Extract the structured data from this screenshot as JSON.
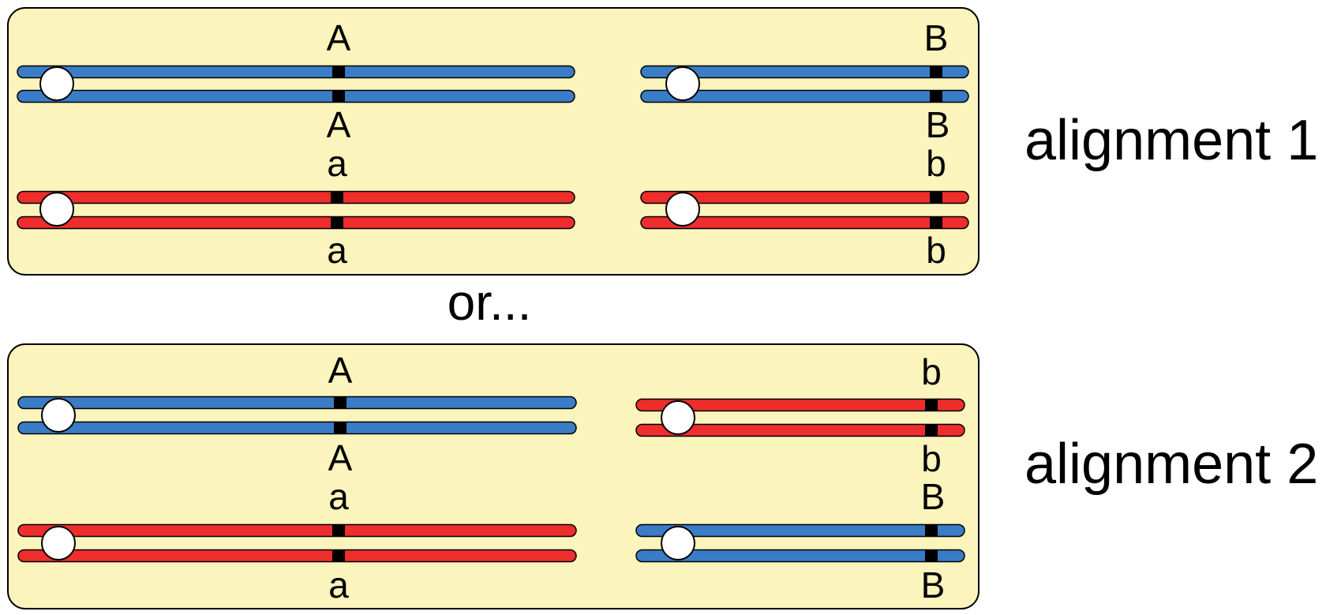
{
  "colors": {
    "panel_fill": "#FBF4BC",
    "blue": "#3A7CC6",
    "red": "#EE2D2D",
    "locus": "#000000",
    "centromere": "#FFFFFF"
  },
  "separator": "or...",
  "panels": [
    {
      "side_label": "alignment 1",
      "left_pairs": [
        {
          "color": "blue",
          "top_label": "A",
          "bottom_label": "A"
        },
        {
          "color": "red",
          "top_label": "a",
          "bottom_label": "a"
        }
      ],
      "right_pairs": [
        {
          "color": "blue",
          "top_label": "B",
          "bottom_label": "B"
        },
        {
          "color": "red",
          "top_label": "b",
          "bottom_label": "b"
        }
      ]
    },
    {
      "side_label": "alignment 2",
      "left_pairs": [
        {
          "color": "blue",
          "top_label": "A",
          "bottom_label": "A"
        },
        {
          "color": "red",
          "top_label": "a",
          "bottom_label": "a"
        }
      ],
      "right_pairs": [
        {
          "color": "red",
          "top_label": "b",
          "bottom_label": "b"
        },
        {
          "color": "blue",
          "top_label": "B",
          "bottom_label": "B"
        }
      ]
    }
  ]
}
